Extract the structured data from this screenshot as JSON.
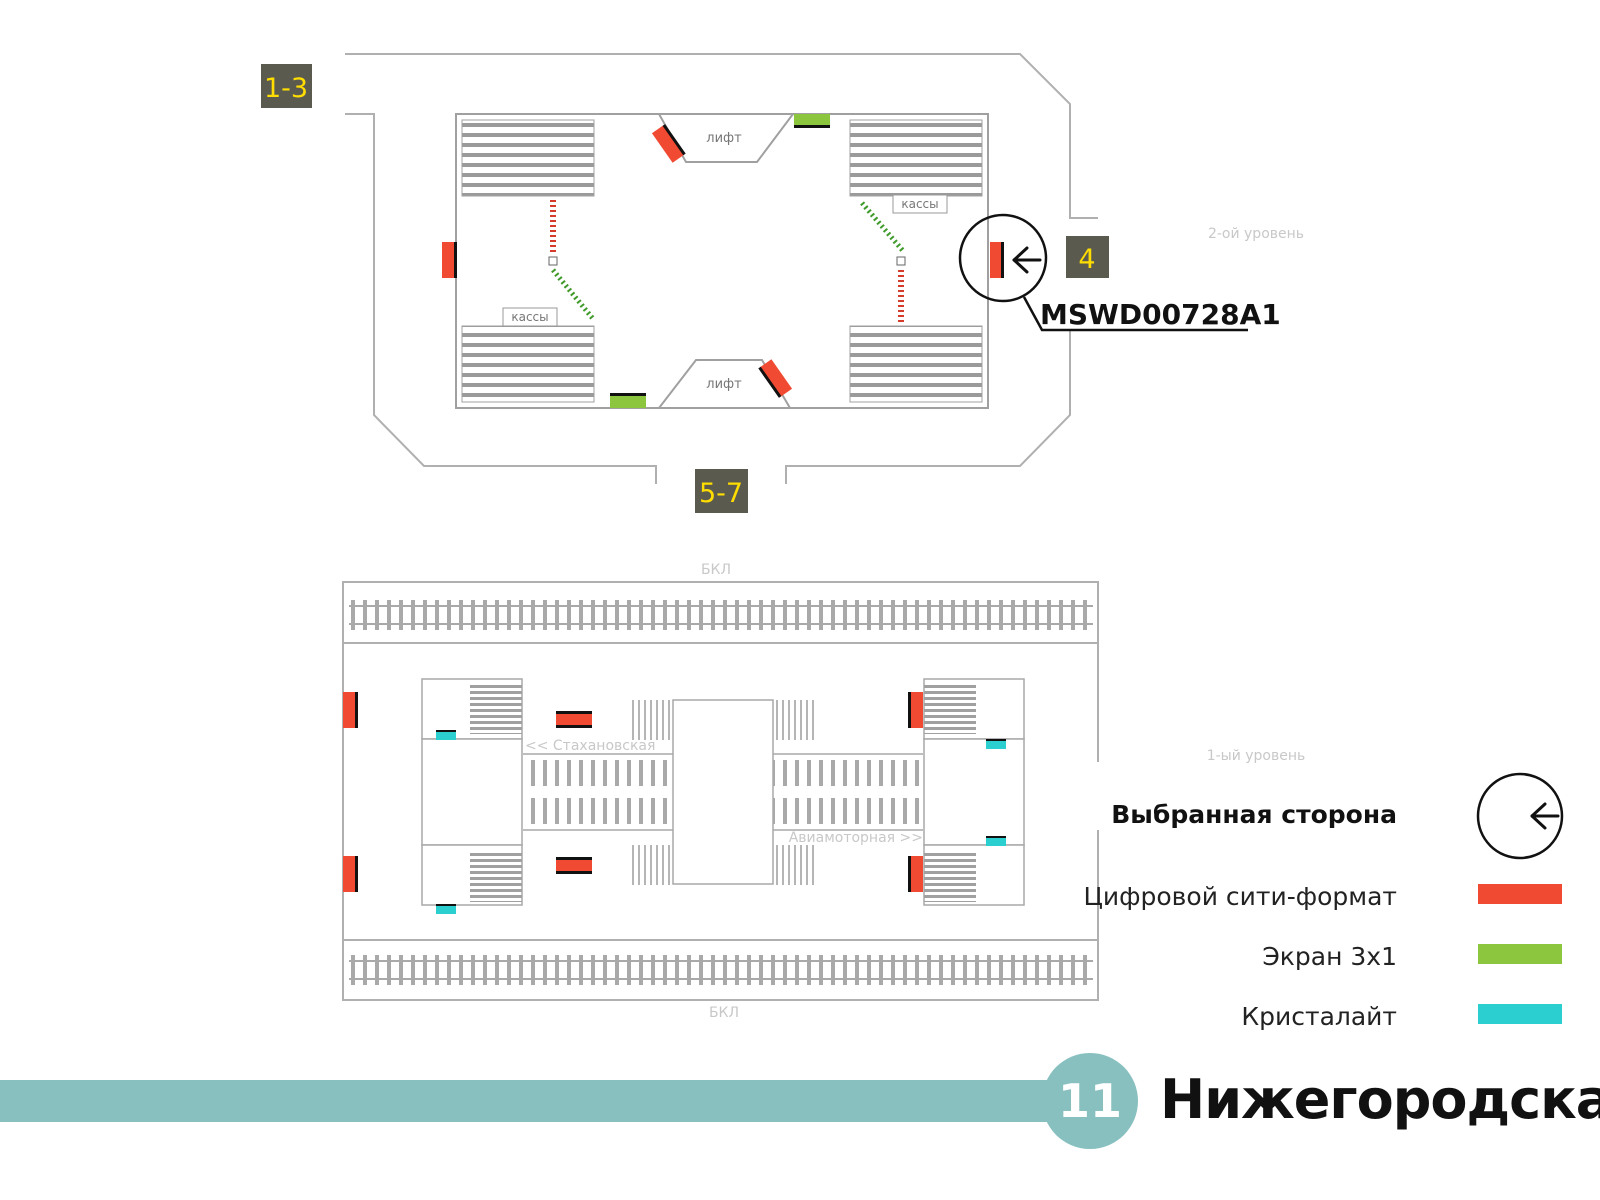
{
  "colors": {
    "city_format": "#f04a32",
    "screen_3x1": "#8cc63f",
    "crystalight": "#2bcfcf",
    "line_11": "#88c0c0",
    "exit_badge_bg": "#5a5a4f",
    "exit_badge_text": "#ffdd00",
    "walls": "#b0b0b0",
    "faint_text": "#c8c8c8"
  },
  "exits": {
    "top_left": "1-3",
    "right": "4",
    "bottom": "5-7"
  },
  "upper_level": {
    "label": "2-ой уровень",
    "lift_label": "лифт",
    "ticket_label": "кассы"
  },
  "lower_level": {
    "label": "1-ый уровень",
    "track_label": "БКЛ",
    "direction_left": "<< Стахановская",
    "direction_right": "Авиамоторная >>"
  },
  "selected": {
    "code": "MSWD00728A1",
    "icon": "arrow-left-icon"
  },
  "legend": {
    "title": "Выбранная сторона",
    "items": [
      {
        "label": "Цифровой сити-формат",
        "color": "#f04a32"
      },
      {
        "label": "Экран 3х1",
        "color": "#8cc63f"
      },
      {
        "label": "Кристалайт",
        "color": "#2bcfcf"
      }
    ]
  },
  "station": {
    "line_number": "11",
    "name": "Нижегородская"
  }
}
